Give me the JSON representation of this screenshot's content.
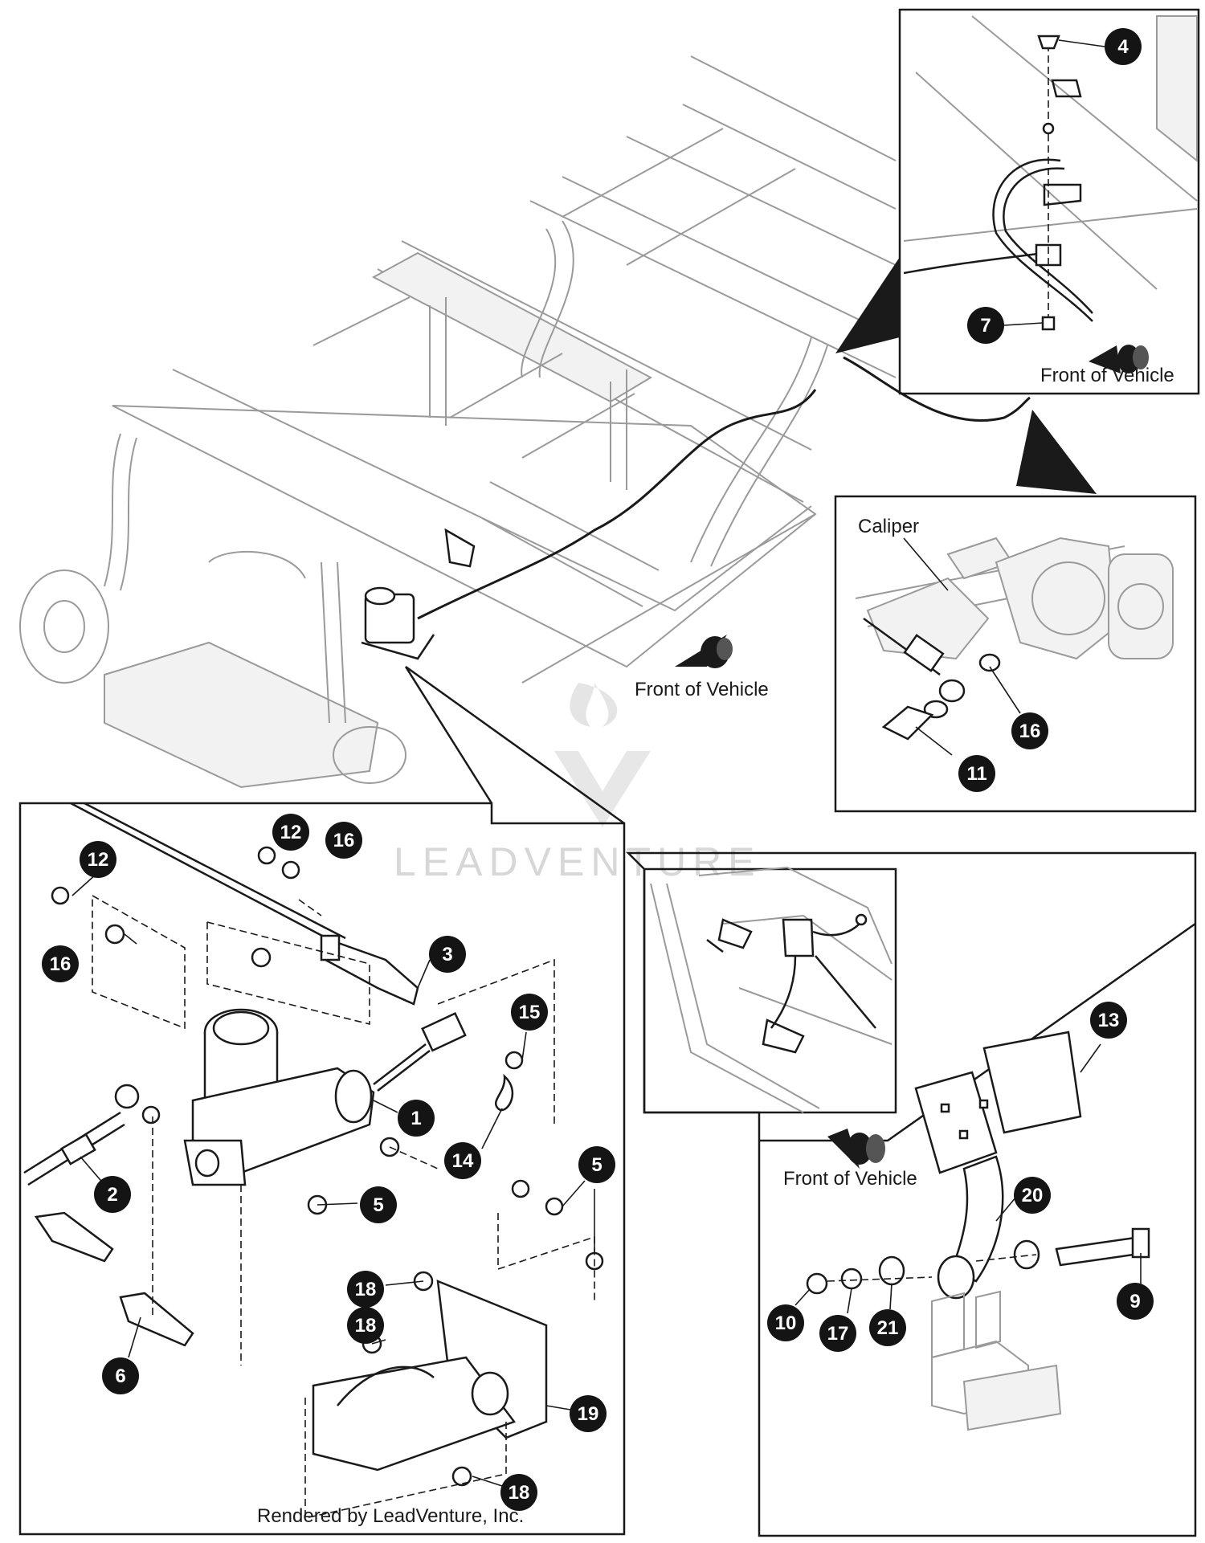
{
  "labels": {
    "front_main": "Front of Vehicle",
    "front_top_right": "Front of Vehicle",
    "front_pedal": "Front of Vehicle",
    "caliper": "Caliper",
    "credit": "Rendered by LeadVenture, Inc.",
    "watermark": "LEADVENTURE"
  },
  "callouts": {
    "top_right": [
      "4",
      "7"
    ],
    "caliper": [
      "16",
      "11"
    ],
    "master_cylinder": [
      "12",
      "16",
      "12",
      "16",
      "3",
      "15",
      "1",
      "2",
      "14",
      "5",
      "5",
      "6",
      "18",
      "18",
      "19",
      "18"
    ],
    "pedal": [
      "13",
      "20",
      "9",
      "10",
      "17",
      "21"
    ]
  }
}
